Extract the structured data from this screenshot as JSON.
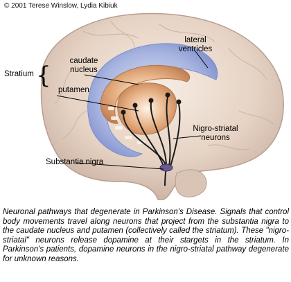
{
  "copyright": "© 2001 Terese Winslow, Lydia Kibiuk",
  "labels": {
    "stratium": "Stratium",
    "caudate_nucleus_line1": "caudate",
    "caudate_nucleus_line2": "nucleus",
    "putamen": "putamen",
    "lateral_ventricles_line1": "lateral",
    "lateral_ventricles_line2": "ventricles",
    "nigro_striatal_line1": "Nigro-striatal",
    "nigro_striatal_line2": "neurons",
    "substantia_nigra": "Substantia nigra"
  },
  "caption": "Neuronal pathways that degenerate in Parkinson's Disease. Signals that control body movements travel along neurons that project from the substantia nigra to the caudate nucleus and putamen (collectively called the striatum). These \"nigro-striatal\" neurons release dopamine at their stargets in the striatum. In Parkinson's patients, dopamine neurons in the nigro-striatal pathway degenerate for unknown reasons.",
  "colors": {
    "brain_base": "#e8d6c8",
    "brain_shadow": "#c9b3a6",
    "ventricle": "#8f9fd6",
    "striatum": "#d89a6e",
    "neuron": "#1a1a1a"
  }
}
